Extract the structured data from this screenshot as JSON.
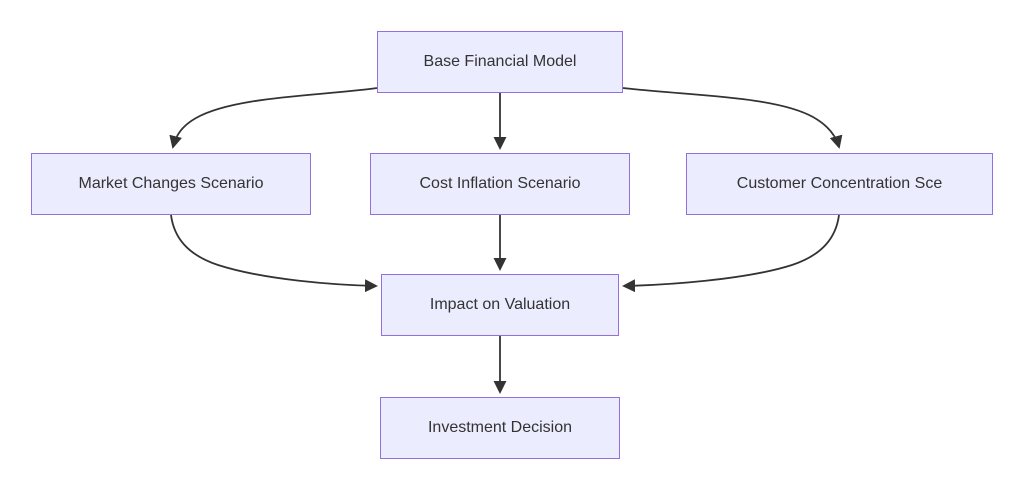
{
  "diagram": {
    "type": "flowchart",
    "direction": "top-down",
    "nodes": [
      {
        "id": "base",
        "label": "Base Financial Model"
      },
      {
        "id": "market",
        "label": "Market Changes Scenario"
      },
      {
        "id": "cost",
        "label": "Cost Inflation Scenario"
      },
      {
        "id": "customer",
        "label": "Customer Concentration Sce"
      },
      {
        "id": "impact",
        "label": "Impact on Valuation"
      },
      {
        "id": "decision",
        "label": "Investment Decision"
      }
    ],
    "edges": [
      {
        "from": "base",
        "to": "market"
      },
      {
        "from": "base",
        "to": "cost"
      },
      {
        "from": "base",
        "to": "customer"
      },
      {
        "from": "market",
        "to": "impact"
      },
      {
        "from": "cost",
        "to": "impact"
      },
      {
        "from": "customer",
        "to": "impact"
      },
      {
        "from": "impact",
        "to": "decision"
      }
    ],
    "colors": {
      "background": "#FFFFFF",
      "node_fill": "#ECECFF",
      "node_border": "#9370DB",
      "edge_color": "#333333",
      "text_color": "#333333"
    }
  }
}
